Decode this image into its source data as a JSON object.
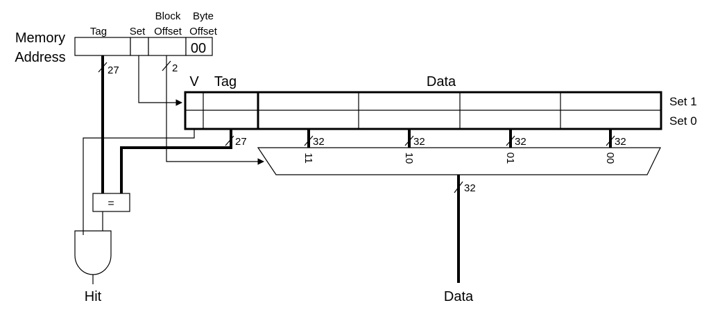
{
  "address": {
    "title_line1": "Memory",
    "title_line2": "Address",
    "tag_label": "Tag",
    "set_label": "Set",
    "block_offset_line1": "Block",
    "block_offset_line2": "Offset",
    "byte_offset_line1": "Byte",
    "byte_offset_line2": "Offset",
    "byte_offset_value": "00"
  },
  "cache": {
    "v_label": "V",
    "tag_label": "Tag",
    "data_label": "Data",
    "set1_label": "Set 1",
    "set0_label": "Set 0"
  },
  "widths": {
    "tag_width": "27",
    "block_offset_width": "2",
    "tag_out_width": "27",
    "word_width": "32",
    "data_out_width": "32"
  },
  "mux": {
    "inputs": [
      "11",
      "10",
      "01",
      "00"
    ]
  },
  "outputs": {
    "hit_label": "Hit",
    "data_label": "Data",
    "comparator_label": "="
  }
}
